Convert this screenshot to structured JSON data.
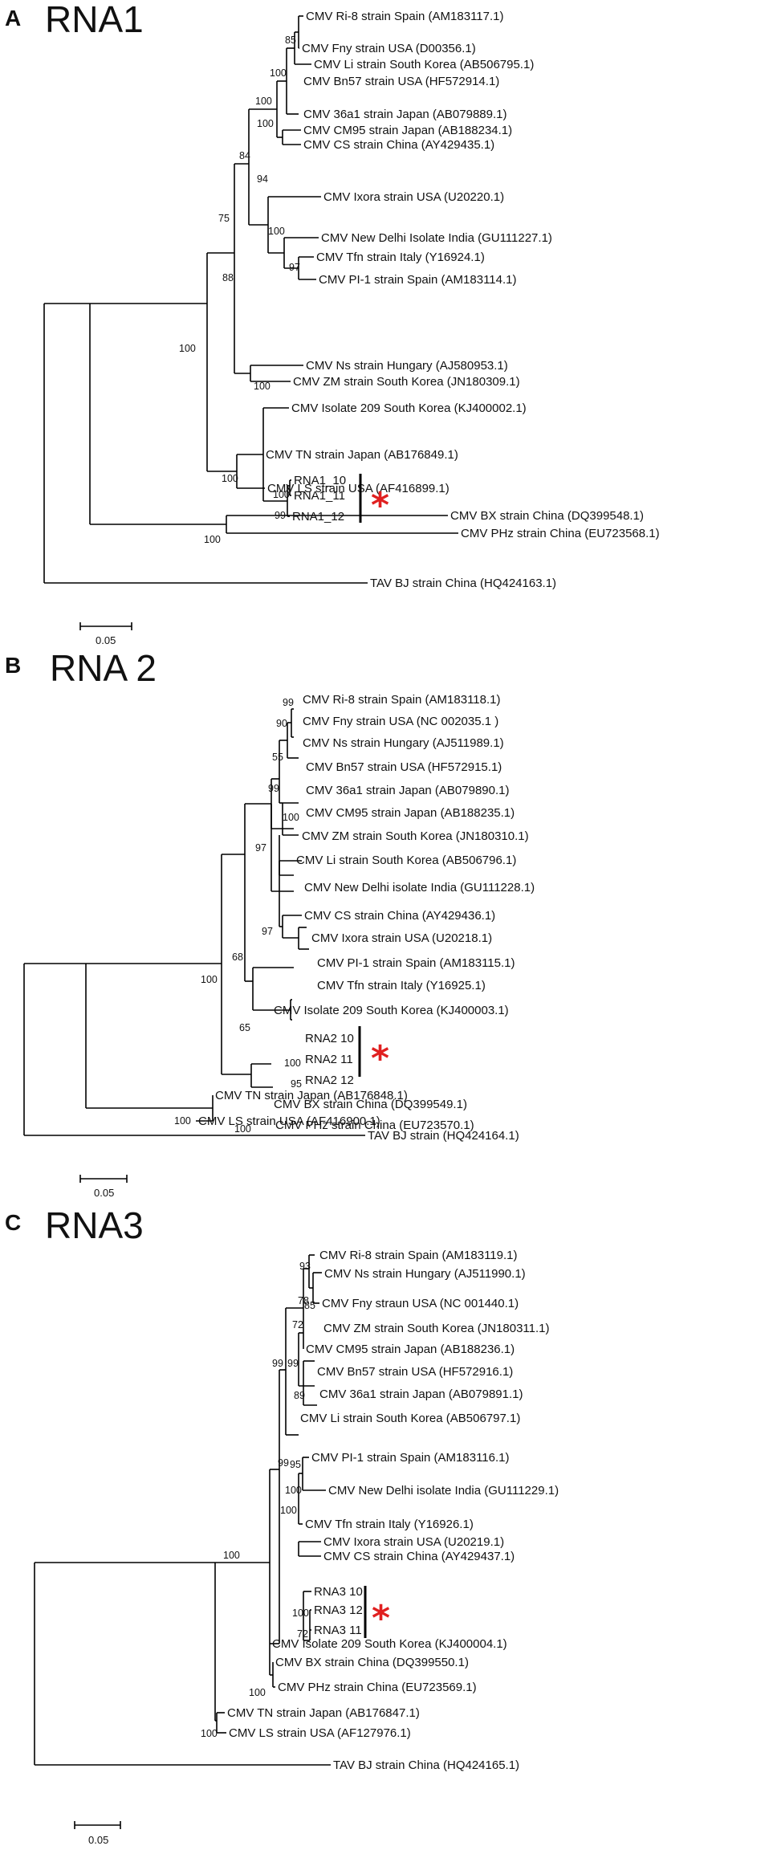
{
  "panels": [
    {
      "letter": "A",
      "title": "RNA1",
      "scale_label": "0.05",
      "star": "*",
      "leaves": [
        "CMV Ri-8 strain Spain (AM183117.1)",
        "CMV Fny strain USA (D00356.1)",
        "CMV Li strain South Korea (AB506795.1)",
        "CMV Bn57 strain USA (HF572914.1)",
        "CMV 36a1 strain Japan (AB079889.1)",
        "CMV CM95 strain Japan (AB188234.1)",
        "CMV CS strain China (AY429435.1)",
        "CMV Ixora strain USA (U20220.1)",
        "CMV New Delhi Isolate India (GU111227.1)",
        "CMV Tfn strain Italy (Y16924.1)",
        "CMV PI-1 strain Spain (AM183114.1)",
        "CMV Ns strain Hungary (AJ580953.1)",
        "CMV ZM strain South Korea (JN180309.1)",
        "CMV Isolate 209 South Korea (KJ400002.1)",
        "RNA1_10",
        "RNA1_11",
        "RNA1_12",
        "CMV BX strain China (DQ399548.1)",
        "CMV PHz strain China (EU723568.1)",
        "CMV TN strain Japan (AB176849.1)",
        "CMV LS strain USA (AF416899.1)",
        "TAV BJ strain China (HQ424163.1)"
      ],
      "bootstrap": [
        "85",
        "100",
        "100",
        "84",
        "94",
        "100",
        "97",
        "100",
        "75",
        "100",
        "100",
        "99",
        "88",
        "100",
        "100",
        "100"
      ]
    },
    {
      "letter": "B",
      "title": "RNA 2",
      "scale_label": "0.05",
      "star": "*",
      "leaves": [
        "CMV Ri-8 strain Spain (AM183118.1)",
        "CMV Fny strain USA (NC 002035.1 )",
        "CMV Ns strain Hungary (AJ511989.1)",
        "CMV Bn57 strain USA (HF572915.1)",
        "CMV 36a1 strain Japan (AB079890.1)",
        "CMV CM95 strain Japan (AB188235.1)",
        "CMV ZM strain South Korea (JN180310.1)",
        "CMV Li strain South Korea (AB506796.1)",
        "CMV New Delhi isolate India (GU111228.1)",
        "CMV CS strain China (AY429436.1)",
        "CMV Ixora strain USA (U20218.1)",
        "CMV PI-1 strain Spain (AM183115.1)",
        "CMV Tfn strain Italy (Y16925.1)",
        "CMV Isolate 209 South Korea (KJ400003.1)",
        "RNA2 10",
        "RNA2 11",
        "RNA2 12",
        "CMV BX strain China (DQ399549.1)",
        "CMV PHz strain China (EU723570.1)",
        "CMV TN strain Japan (AB176848.1)",
        "CMV LS strain USA (AF416900.1)",
        "TAV BJ strain (HQ424164.1)"
      ],
      "bootstrap": [
        "99",
        "90",
        "55",
        "99",
        "100",
        "97",
        "97",
        "68",
        "65",
        "100",
        "95",
        "100",
        "100",
        "100"
      ]
    },
    {
      "letter": "C",
      "title": "RNA3",
      "scale_label": "0.05",
      "star": "*",
      "leaves": [
        "CMV Ri-8 strain Spain (AM183119.1)",
        "CMV Ns strain Hungary (AJ511990.1)",
        "CMV Fny straun USA (NC 001440.1)",
        "CMV ZM strain South Korea (JN180311.1)",
        "CMV CM95 strain Japan (AB188236.1)",
        "CMV Bn57 strain USA (HF572916.1)",
        "CMV 36a1 strain Japan (AB079891.1)",
        "CMV Li strain South Korea (AB506797.1)",
        "CMV PI-1 strain Spain (AM183116.1)",
        "CMV New Delhi isolate India (GU111229.1)",
        "CMV Tfn strain Italy (Y16926.1)",
        "CMV Ixora strain USA (U20219.1)",
        "CMV CS strain China (AY429437.1)",
        "RNA3 10",
        "RNA3 12",
        "RNA3 11",
        "CMV Isolate 209 South Korea (KJ400004.1)",
        "CMV BX strain China (DQ399550.1)",
        "CMV PHz strain China (EU723569.1)",
        "CMV TN strain Japan (AB176847.1)",
        "CMV LS strain USA (AF127976.1)",
        "TAV BJ strain China (HQ424165.1)"
      ],
      "bootstrap": [
        "93",
        "78",
        "85",
        "72",
        "99",
        "89",
        "99",
        "95",
        "100",
        "100",
        "99",
        "100",
        "72",
        "100",
        "100",
        "100"
      ]
    }
  ]
}
